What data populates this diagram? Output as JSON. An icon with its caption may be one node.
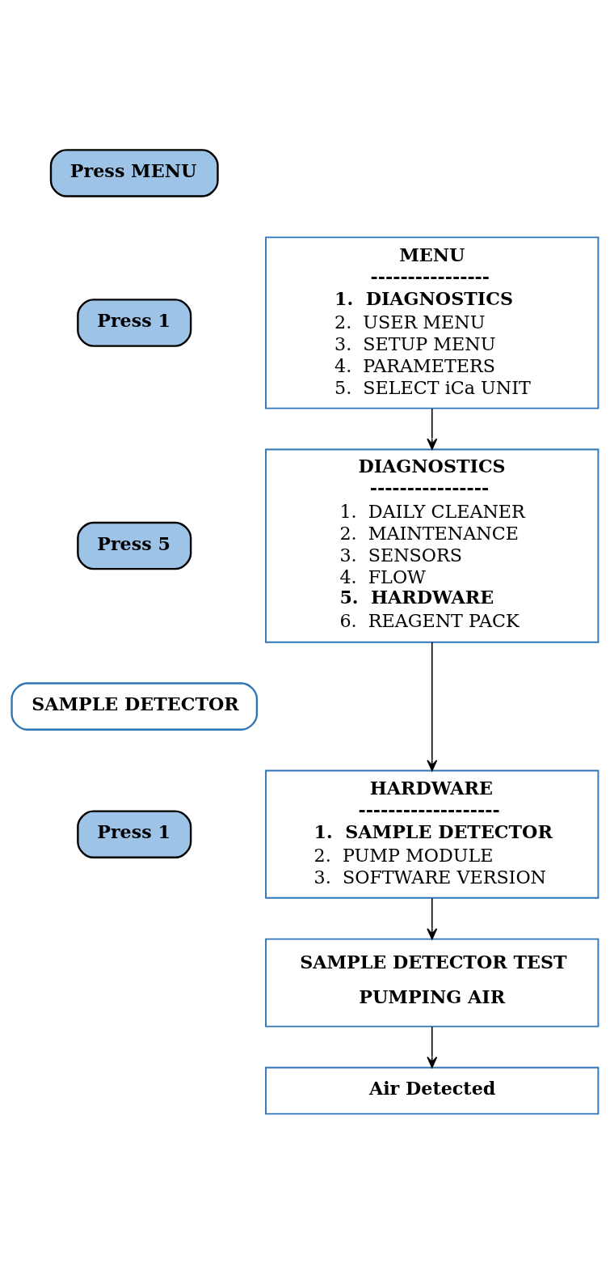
{
  "diagram": {
    "nodes": [
      {
        "text": [
          "Press MENU"
        ]
      },
      {
        "text": [
          "MENU",
          "----------------",
          "1.  DIAGNOSTICS",
          "2.  USER MENU",
          "3.  SETUP MENU",
          "4.  PARAMETERS",
          "5.  SELECT iCa UNIT"
        ]
      },
      {
        "text": [
          "Press 1"
        ]
      },
      {
        "text": [
          "Press 5"
        ]
      },
      {
        "text": [
          "DIAGNOSTICS",
          "----------------",
          "1.  DAILY CLEANER",
          "2.  MAINTENANCE",
          "3.  SENSORS",
          "4.  FLOW",
          "5.  HARDWARE",
          "6.  REAGENT PACK"
        ]
      },
      {
        "text": [
          "SAMPLE DETECTOR"
        ]
      },
      {
        "text": [
          "HARDWARE",
          "-------------------",
          "1.  SAMPLE DETECTOR",
          "2.  PUMP MODULE",
          "3.  SOFTWARE VERSION"
        ]
      },
      {
        "text": [
          "Press 1"
        ]
      },
      {
        "text": [
          "SAMPLE DETECTOR TEST",
          "PUMPING AIR"
        ]
      },
      {
        "text": [
          "Air Detected"
        ]
      }
    ],
    "edges": [
      {
        "from": 1,
        "to": 4,
        "arrow": "to"
      },
      {
        "from": 4,
        "to": 6,
        "arrow": "to"
      },
      {
        "from": 6,
        "to": 8,
        "arrow": "to"
      },
      {
        "from": 8,
        "to": 9,
        "arrow": "to"
      }
    ]
  }
}
